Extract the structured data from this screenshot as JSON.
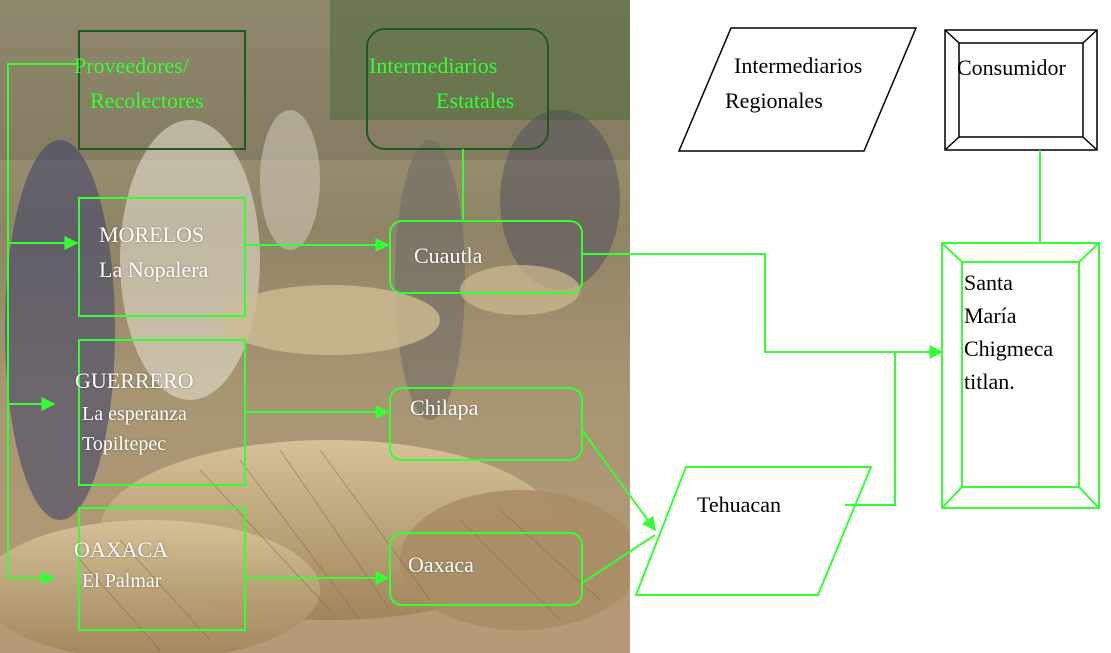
{
  "nodes": {
    "proveedores": {
      "line1": "Proveedores/",
      "line2": "Recolectores"
    },
    "intermediarios_estatales": {
      "line1": "Intermediarios",
      "line2": "Estatales"
    },
    "intermediarios_regionales": {
      "line1": "Intermediarios",
      "line2": "Regionales"
    },
    "consumidor": {
      "label": "Consumidor"
    },
    "morelos": {
      "line1": "MORELOS",
      "line2": "La Nopalera"
    },
    "guerrero": {
      "line1": "GUERRERO",
      "line2": "La esperanza",
      "line3": "Topiltepec"
    },
    "oaxaca_state": {
      "line1": "OAXACA",
      "line2": "El Palmar"
    },
    "cuautla": {
      "label": "Cuautla"
    },
    "chilapa": {
      "label": "Chilapa"
    },
    "oaxaca_city": {
      "label": "Oaxaca"
    },
    "tehuacan": {
      "label": "Tehuacan"
    },
    "santa_maria": {
      "line1": "Santa",
      "line2": "María",
      "line3": "Chigmeca",
      "line4": "titlan."
    }
  },
  "colors": {
    "flow_green": "#33ff33",
    "dark_green": "#1f5a1f",
    "label_white": "#ffffff",
    "label_black": "#000000"
  }
}
